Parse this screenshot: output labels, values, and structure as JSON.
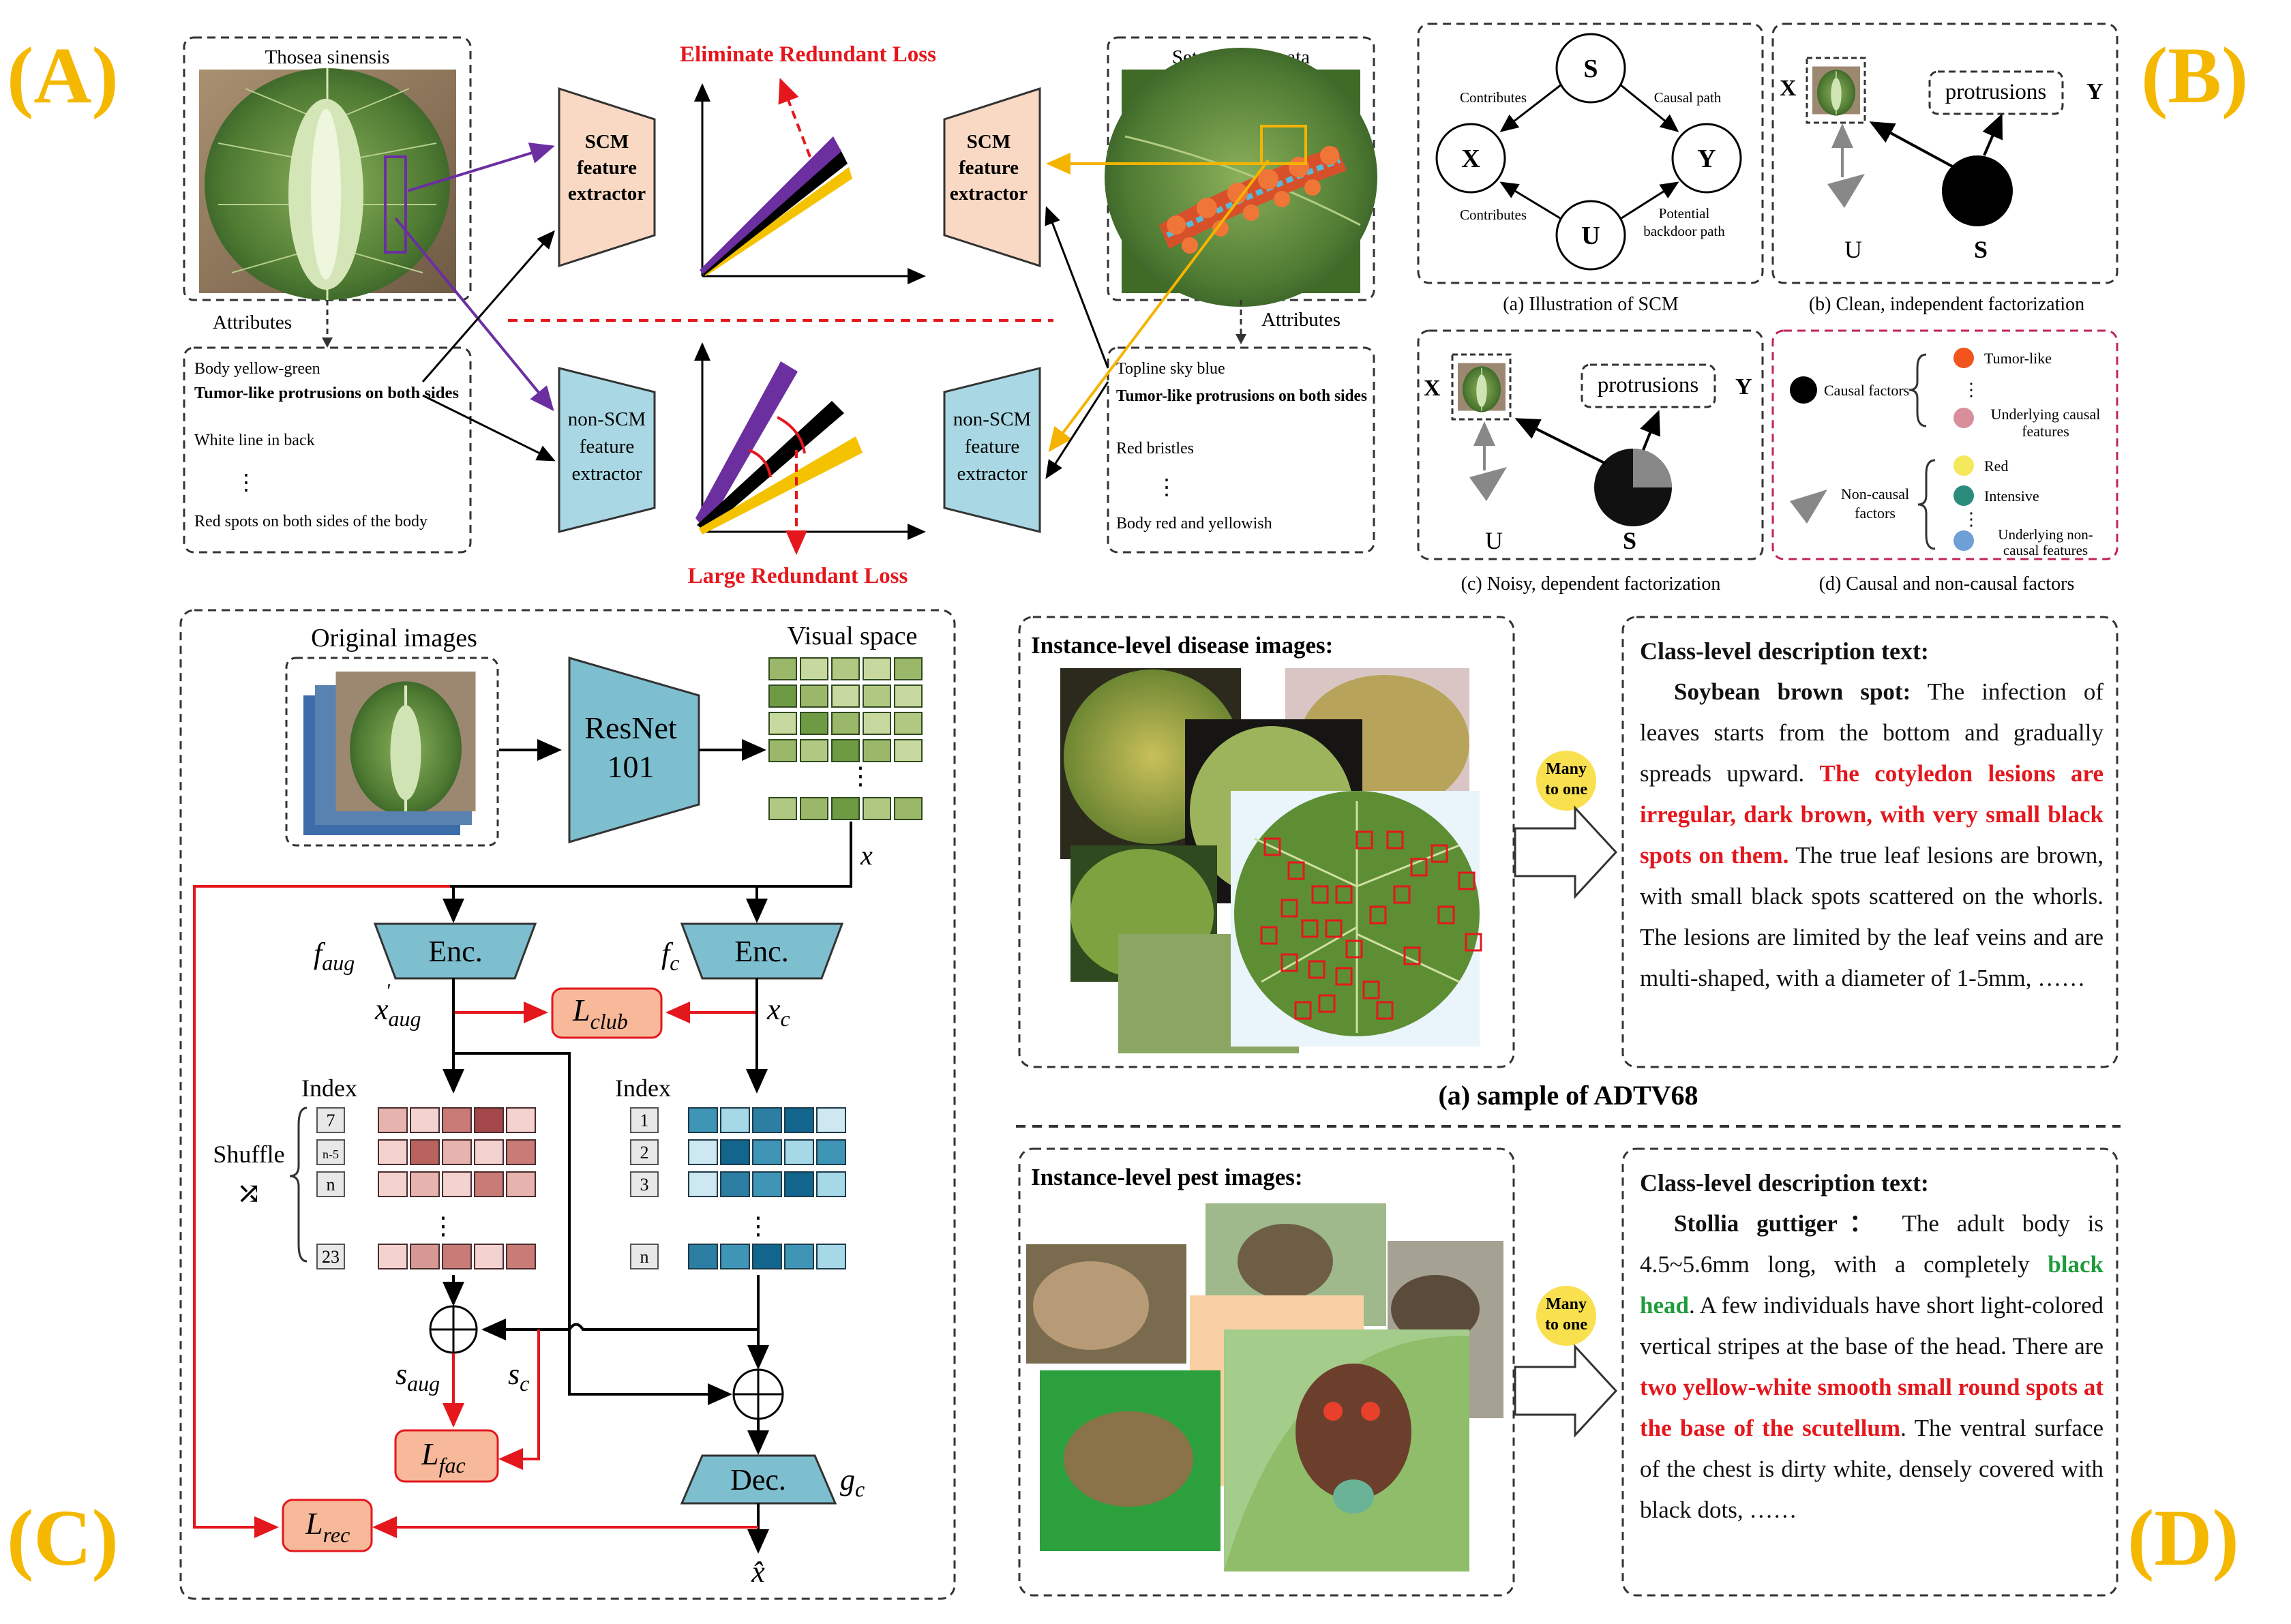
{
  "panel_labels": {
    "a": "(A)",
    "b": "(B)",
    "c": "(C)",
    "d": "(D)"
  },
  "colors": {
    "panel_label": "#f5b800",
    "red": "#e4171d",
    "purple": "#6b2fa0",
    "yellow": "#f5c200",
    "scm_box": "#f9d9c3",
    "nonscm_box": "#a9d8e4",
    "green_text": "#1f9b3c"
  },
  "panel_a": {
    "left_image_title": "Thosea sinensis",
    "right_image_title": "Setora postornata",
    "attributes_label": "Attributes",
    "left_attributes": [
      "Body yellow-green",
      "Tumor-like protrusions on both sides",
      "White line in back",
      "⋮",
      "Red spots on both sides of the body"
    ],
    "right_attributes": [
      "Topline sky blue",
      "Tumor-like protrusions on both sides",
      "Red bristles",
      "⋮",
      "Body red and yellowish"
    ],
    "scm_extractor": [
      "SCM",
      "feature",
      "extractor"
    ],
    "nonscm_extractor": [
      "non-SCM",
      "feature",
      "extractor"
    ],
    "eliminate_loss": "Eliminate Redundant Loss",
    "large_loss": "Large Redundant Loss"
  },
  "panel_b": {
    "node_s": "S",
    "node_x": "X",
    "node_y": "Y",
    "node_u": "U",
    "edge_contributes_top": "Contributes",
    "edge_causal_path": "Causal path",
    "edge_contributes_bottom": "Contributes",
    "edge_backdoor": [
      "Potential",
      "backdoor path"
    ],
    "protrusions": "protrusions",
    "caption_a": "(a) Illustration of SCM",
    "caption_b": "(b) Clean, independent factorization",
    "caption_c": "(c) Noisy, dependent factorization",
    "caption_d": "(d) Causal and non-causal factors",
    "causal_factors": "Causal factors",
    "non_causal_factors": [
      "Non-causal",
      "factors"
    ],
    "causal_items": [
      "Tumor-like",
      "⋮",
      "Underlying causal features"
    ],
    "noncausal_items": [
      "Red",
      "Intensive",
      "⋮",
      "Underlying non-causal features"
    ],
    "causal_item_colors": [
      "#f2541e",
      "#d88f9b"
    ],
    "noncausal_item_colors": [
      "#f5e85a",
      "#2c8c7c",
      "#6e9fd6"
    ]
  },
  "panel_c": {
    "original_images": "Original images",
    "visual_space": "Visual space",
    "resnet": [
      "ResNet",
      "101"
    ],
    "x": "x",
    "x_hat": "x̂",
    "f_aug": "f",
    "f_aug_sub": "aug",
    "f_c": "f",
    "f_c_sub": "c",
    "enc": "Enc.",
    "dec": "Dec.",
    "g_c": "g",
    "g_c_sub": "c",
    "x_aug": "x",
    "x_aug_sub": "aug",
    "x_aug_prime": "'",
    "x_c": "x",
    "x_c_sub": "c",
    "l_club": "L",
    "l_club_sub": "club",
    "l_fac": "L",
    "l_fac_sub": "fac",
    "l_rec": "L",
    "l_rec_sub": "rec",
    "s_aug": "s",
    "s_aug_sub": "aug",
    "s_c": "s",
    "s_c_sub": "c",
    "index": "Index",
    "shuffle": "Shuffle",
    "left_indices": [
      "7",
      "n-5",
      "n",
      "23"
    ],
    "right_indices": [
      "1",
      "2",
      "3",
      "n"
    ]
  },
  "panel_d": {
    "disease_images_label": "Instance-level disease images:",
    "pest_images_label": "Instance-level pest images:",
    "many_to_one": [
      "Many",
      "to one"
    ],
    "class_desc_label": "Class-level description text:",
    "disease_text": {
      "name": "Soybean brown spot:",
      "t1": " The infection of leaves starts from the bottom and gradually spreads upward. ",
      "red": "The cotyledon lesions are irregular, dark brown, with very small black spots on them.",
      "t2": " The true leaf lesions are brown, with small black spots scattered on the whorls. The lesions are limited by the leaf veins and are multi-shaped, with a diameter of 1-5mm, ……"
    },
    "pest_text": {
      "name": "Stollia guttiger：",
      "t1": " The adult body is 4.5~5.6mm long, with a completely ",
      "green": "black head",
      "t2": ". A few individuals have short light-colored vertical stripes at the base of the head. There are ",
      "red": "two yellow-white smooth small round spots at the base of the scutellum",
      "t3": ". The ventral surface of the chest is dirty white, densely covered with black dots, ……"
    },
    "sample_caption": "(a) sample of ADTV68"
  }
}
